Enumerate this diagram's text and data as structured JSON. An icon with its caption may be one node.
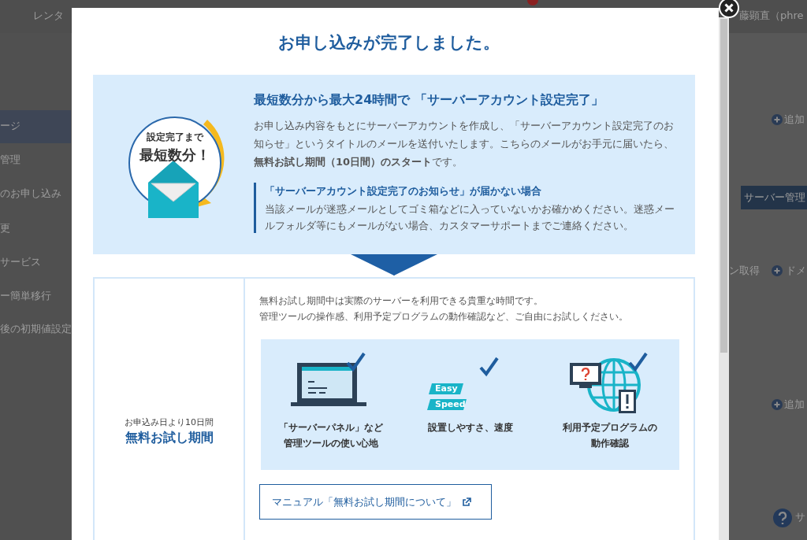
{
  "diagram": {
    "title": "お申し込みが完了しました。",
    "nodes": [
      {
        "text": [
          "最短数分から最大24時間で 「サーバーアカウント設定完了」",
          "お申し込み内容をもとにサーバーアカウントを作成し、「サーバーアカウント設定完了のお知らせ」というタイトルのメールを送付いたします。こちらのメールがお手元に届いたら、**無料お試し期間（10日間）のスタート**です。",
          "「サーバーアカウント設定完了のお知らせ」が届かない場合",
          "当該メールが迷惑メールとしてゴミ箱などに入っていないかお確かめください。迷惑メールフォルダ等にもメールがない場合、カスタマーサポートまでご連絡ください。"
        ]
      },
      {
        "text": [
          "設定完了まで",
          "最短数分！"
        ],
        "in": 0
      },
      {
        "text": [
          "お申込み日より10日間",
          "無料お試し期間",
          "無料お試し期間中は実際のサーバーを利用できる貴重な時間です。",
          "管理ツールの操作感、利用予定プログラムの動作確認など、ご自由にお試しください。",
          "マニュアル「無料お試し期間について」"
        ]
      },
      {
        "text": [],
        "shape": "box",
        "in": 2
      },
      {
        "text": [
          "「サーバーパネル」など管理ツールの使い心地"
        ],
        "in": 3
      },
      {
        "text": [
          "設置しやすさ、速度"
        ],
        "in": 3
      },
      {
        "text": [
          "利用予定プログラムの動作確認"
        ],
        "in": 3
      }
    ],
    "edges": [
      {
        "from": 0,
        "to": 2,
        "arrow": "to",
        "color": "#1e5fa5"
      }
    ],
    "labels": [
      "レンタ",
      "藤顕直（phre",
      "ージ",
      "追加",
      "管理",
      "サーバー管理",
      "のお申し込み",
      "更",
      "サービス",
      "ン取得",
      "ドメ",
      "ー簡単移行",
      "後の初期値設定",
      "Easy",
      "Speed",
      "追加",
      "サ"
    ]
  }
}
